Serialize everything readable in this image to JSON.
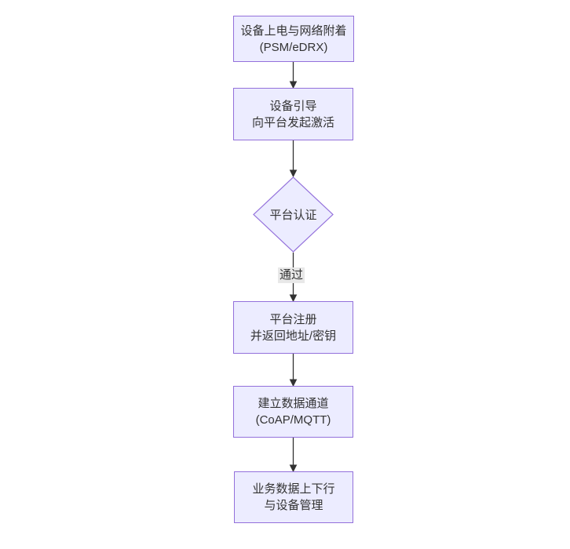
{
  "diagram": {
    "type": "flowchart",
    "direction": "top-down",
    "colors": {
      "node_fill": "#ECECFF",
      "node_border": "#9370DB",
      "text": "#333333",
      "edge": "#333333",
      "edge_label_bg": "#e8e8e8",
      "background": "#ffffff"
    },
    "nodes": [
      {
        "id": "power-network-attach",
        "shape": "rect",
        "lines": [
          "设备上电与网络附着",
          "(PSM/eDRX)"
        ]
      },
      {
        "id": "device-bootstrap",
        "shape": "rect",
        "lines": [
          "设备引导",
          "向平台发起激活"
        ]
      },
      {
        "id": "platform-auth",
        "shape": "diamond",
        "lines": [
          "平台认证"
        ]
      },
      {
        "id": "platform-register",
        "shape": "rect",
        "lines": [
          "平台注册",
          "并返回地址/密钥"
        ]
      },
      {
        "id": "data-channel",
        "shape": "rect",
        "lines": [
          "建立数据通道",
          "(CoAP/MQTT)"
        ]
      },
      {
        "id": "business-data",
        "shape": "rect",
        "lines": [
          "业务数据上下行",
          "与设备管理"
        ]
      }
    ],
    "edges": [
      {
        "from": "power-network-attach",
        "to": "device-bootstrap"
      },
      {
        "from": "device-bootstrap",
        "to": "platform-auth"
      },
      {
        "from": "platform-auth",
        "to": "platform-register",
        "label": "通过"
      },
      {
        "from": "platform-register",
        "to": "data-channel"
      },
      {
        "from": "data-channel",
        "to": "business-data"
      }
    ]
  }
}
